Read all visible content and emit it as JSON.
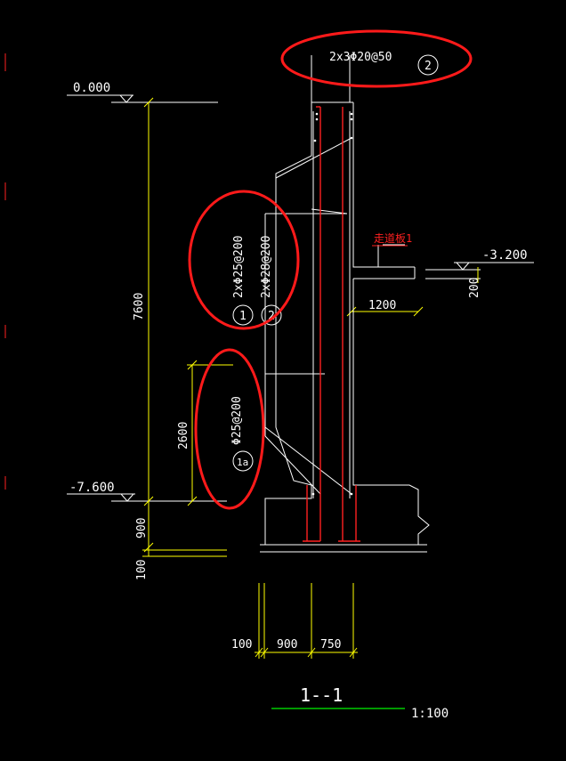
{
  "colors": {
    "background": "#000000",
    "line": "#ffffff",
    "dimension": "#ffff00",
    "rebar": "#ff2020",
    "highlight": "#ff1a1a",
    "title_underline": "#00cc00"
  },
  "elevations": {
    "top": "0.000",
    "bottom": "-7.600",
    "slab": "-3.200"
  },
  "dimensions": {
    "total_height": "7600",
    "lower_rebar": "2600",
    "footing_thickness": "900",
    "cushion": "100",
    "slab_thickness": "200",
    "slab_length": "1200",
    "base_100": "100",
    "base_900": "900",
    "base_750": "750"
  },
  "rebar": {
    "top_label": "2x3Φ20@50",
    "top_mark": "2",
    "label_1": "2xΦ25@200",
    "label_2": "2xΦ28@200",
    "mark_1": "1",
    "mark_2": "2",
    "lower_label": "Φ25@200",
    "lower_mark": "1a"
  },
  "slab_label": "走道板1",
  "section": {
    "title": "1--1",
    "scale": "1:100"
  }
}
